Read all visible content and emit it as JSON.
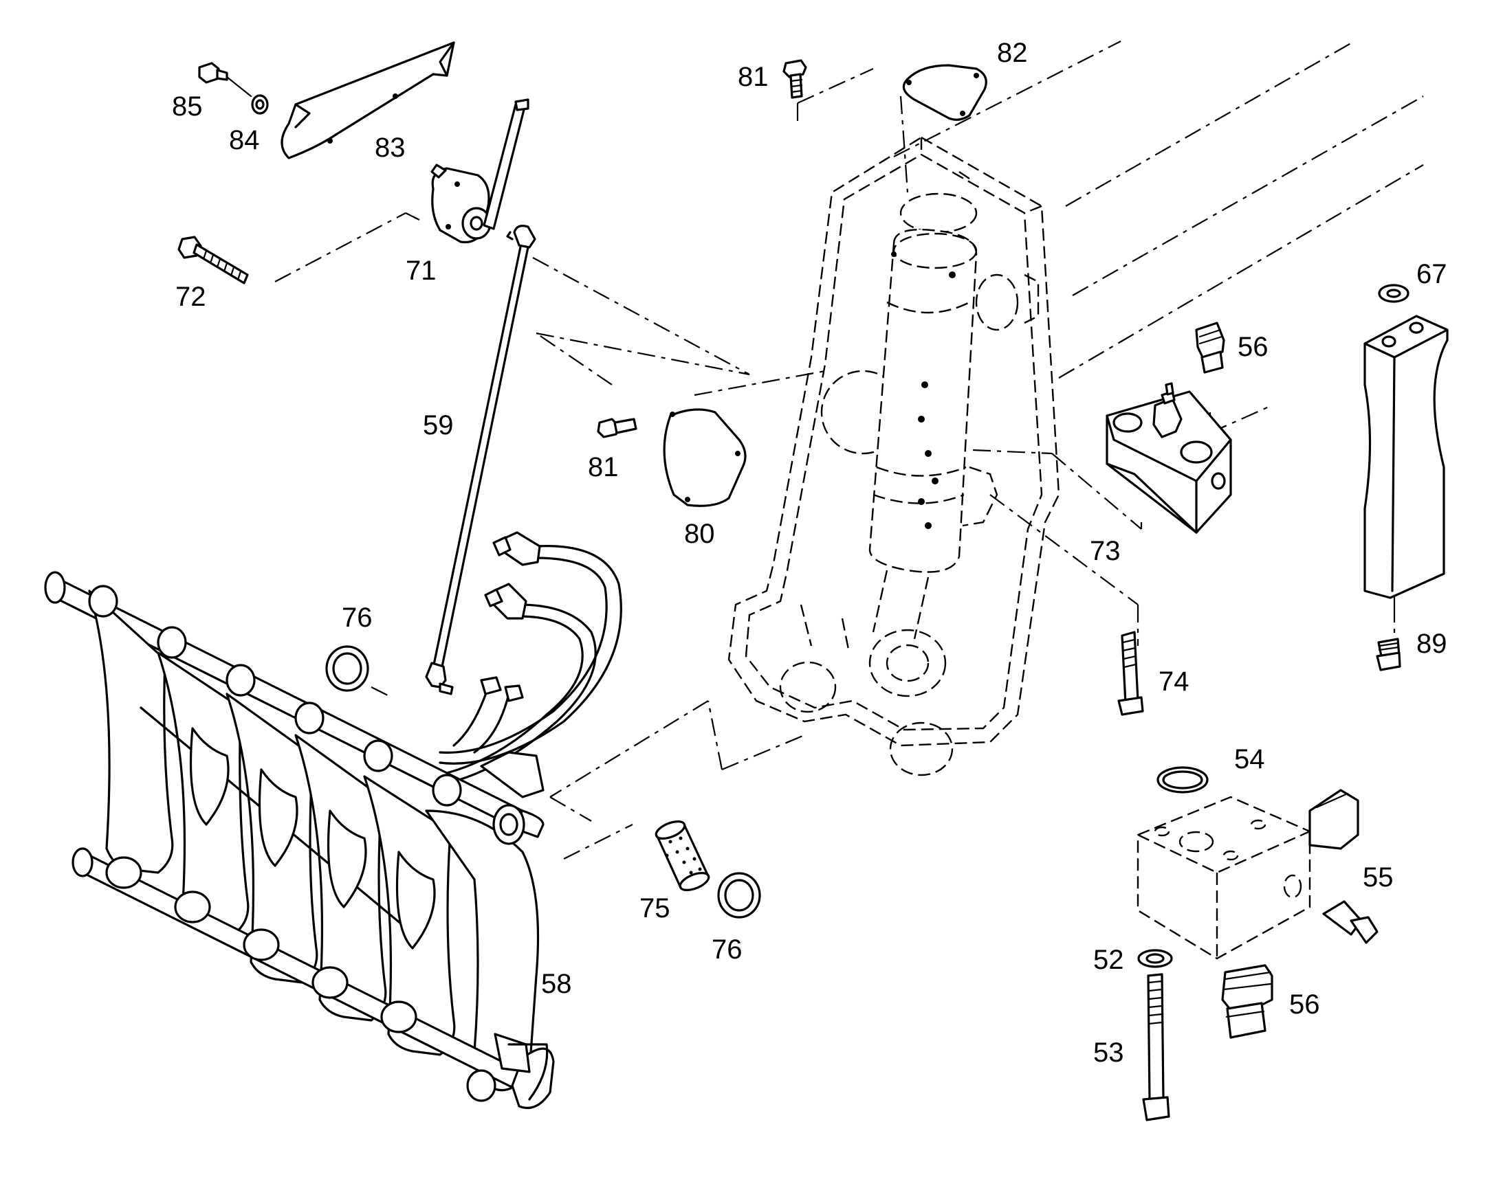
{
  "labels": {
    "l85": "85",
    "l84": "84",
    "l83": "83",
    "l71": "71",
    "l72": "72",
    "l81a": "81",
    "l82": "82",
    "l59": "59",
    "l81b": "81",
    "l80": "80",
    "l56a": "56",
    "l67": "67",
    "l73": "73",
    "l74": "74",
    "l89": "89",
    "l76a": "76",
    "l54": "54",
    "l55": "55",
    "l75": "75",
    "l76b": "76",
    "l58": "58",
    "l52": "52",
    "l56b": "56",
    "l53": "53"
  }
}
